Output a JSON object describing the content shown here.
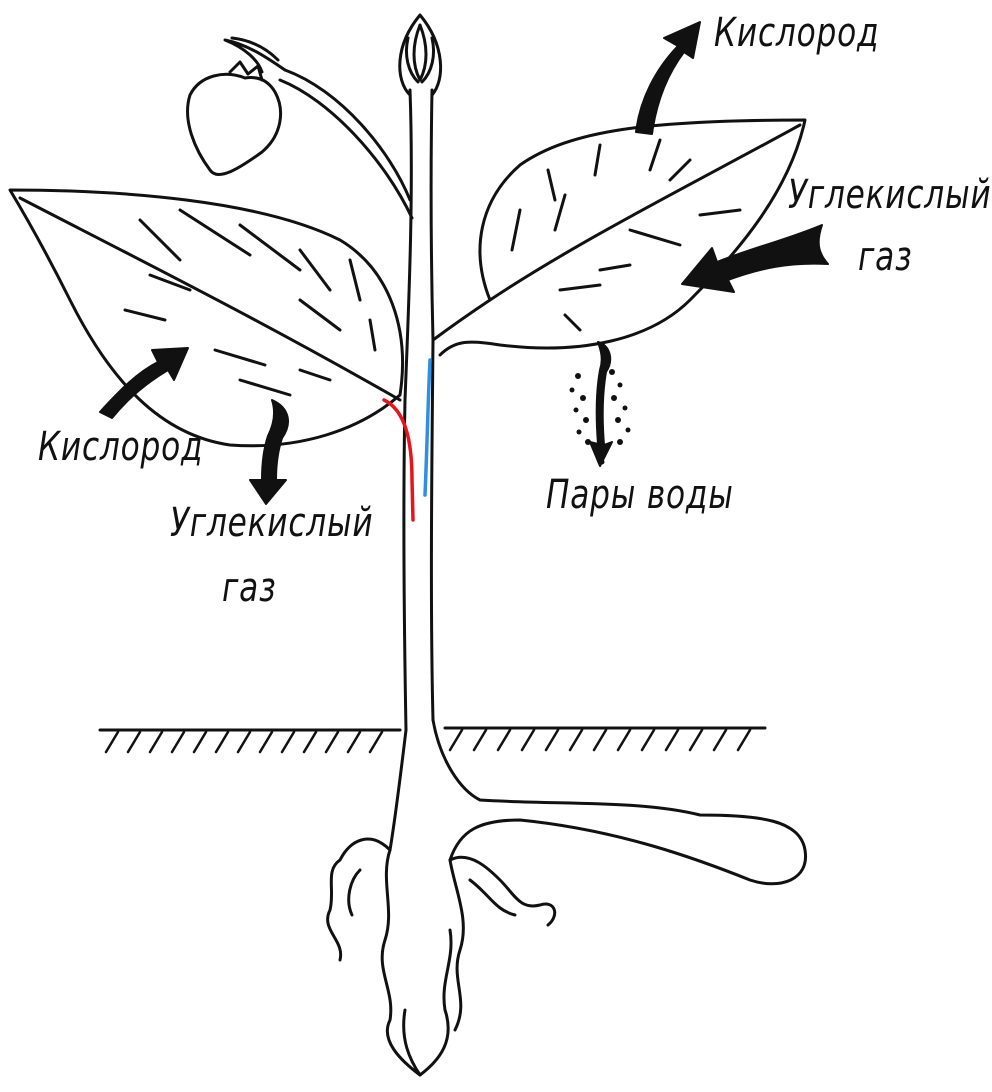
{
  "labels": {
    "oxygen_top_right": "Кислород",
    "co2_right_line1": "Углекислый",
    "co2_right_line2": "газ",
    "oxygen_left": "Кислород",
    "co2_left_line1": "Углекислый",
    "co2_left_line2": "газ",
    "water_vapor": "Пары воды"
  },
  "colors": {
    "stroke": "#111111",
    "xylem_vessel": "#e8141c",
    "phloem_vessel": "#2f8fe0",
    "arrow_fill": "#111111"
  }
}
